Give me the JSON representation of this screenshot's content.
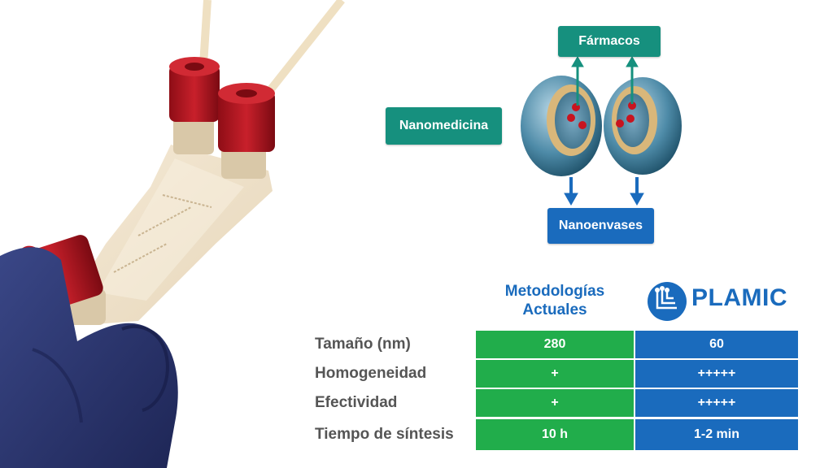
{
  "diagram": {
    "drugs_label": "Fármacos",
    "nanomedicine_label": "Nanomedicina",
    "nanocarriers_label": "Nanoenvases"
  },
  "table": {
    "current_header": "Metodologías Actuales",
    "brand_header": "PLAMIC",
    "rows": [
      {
        "label": "Tamaño (nm)",
        "current": "280",
        "plamic": "60"
      },
      {
        "label": "Homogeneidad",
        "current": "+",
        "plamic": "+++++"
      },
      {
        "label": "Efectividad",
        "current": "+",
        "plamic": "+++++"
      },
      {
        "label": "Tiempo de síntesis",
        "current": "10 h",
        "plamic": "1-2 min"
      }
    ]
  },
  "colors": {
    "teal": "#16907e",
    "blue": "#1a6bbd",
    "green": "#21ad4b",
    "gray_text": "#555555",
    "cap_red": "#b3121d",
    "glove_navy": "#2a3570"
  },
  "icons": {
    "logo": "plamic-circuit-logo-icon",
    "arrows": "arrow-icon"
  }
}
